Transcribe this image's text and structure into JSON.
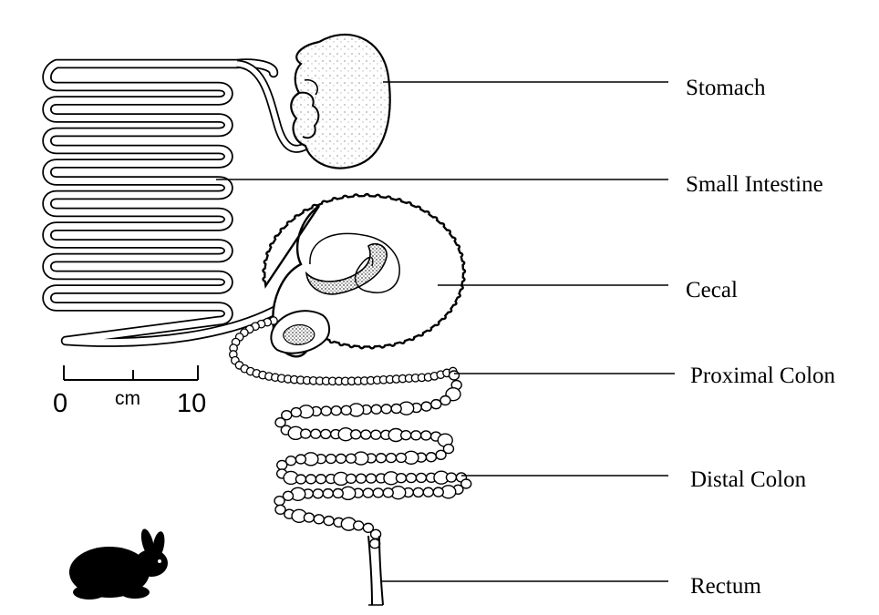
{
  "labels": {
    "stomach": "Stomach",
    "small_intestine": "Small Intestine",
    "cecal": "Cecal",
    "proximal_colon": "Proximal Colon",
    "distal_colon": "Distal Colon",
    "rectum": "Rectum"
  },
  "scale_bar": {
    "start": "0",
    "unit": "cm",
    "end": "10"
  },
  "icons": {
    "animal": "rabbit-icon"
  }
}
